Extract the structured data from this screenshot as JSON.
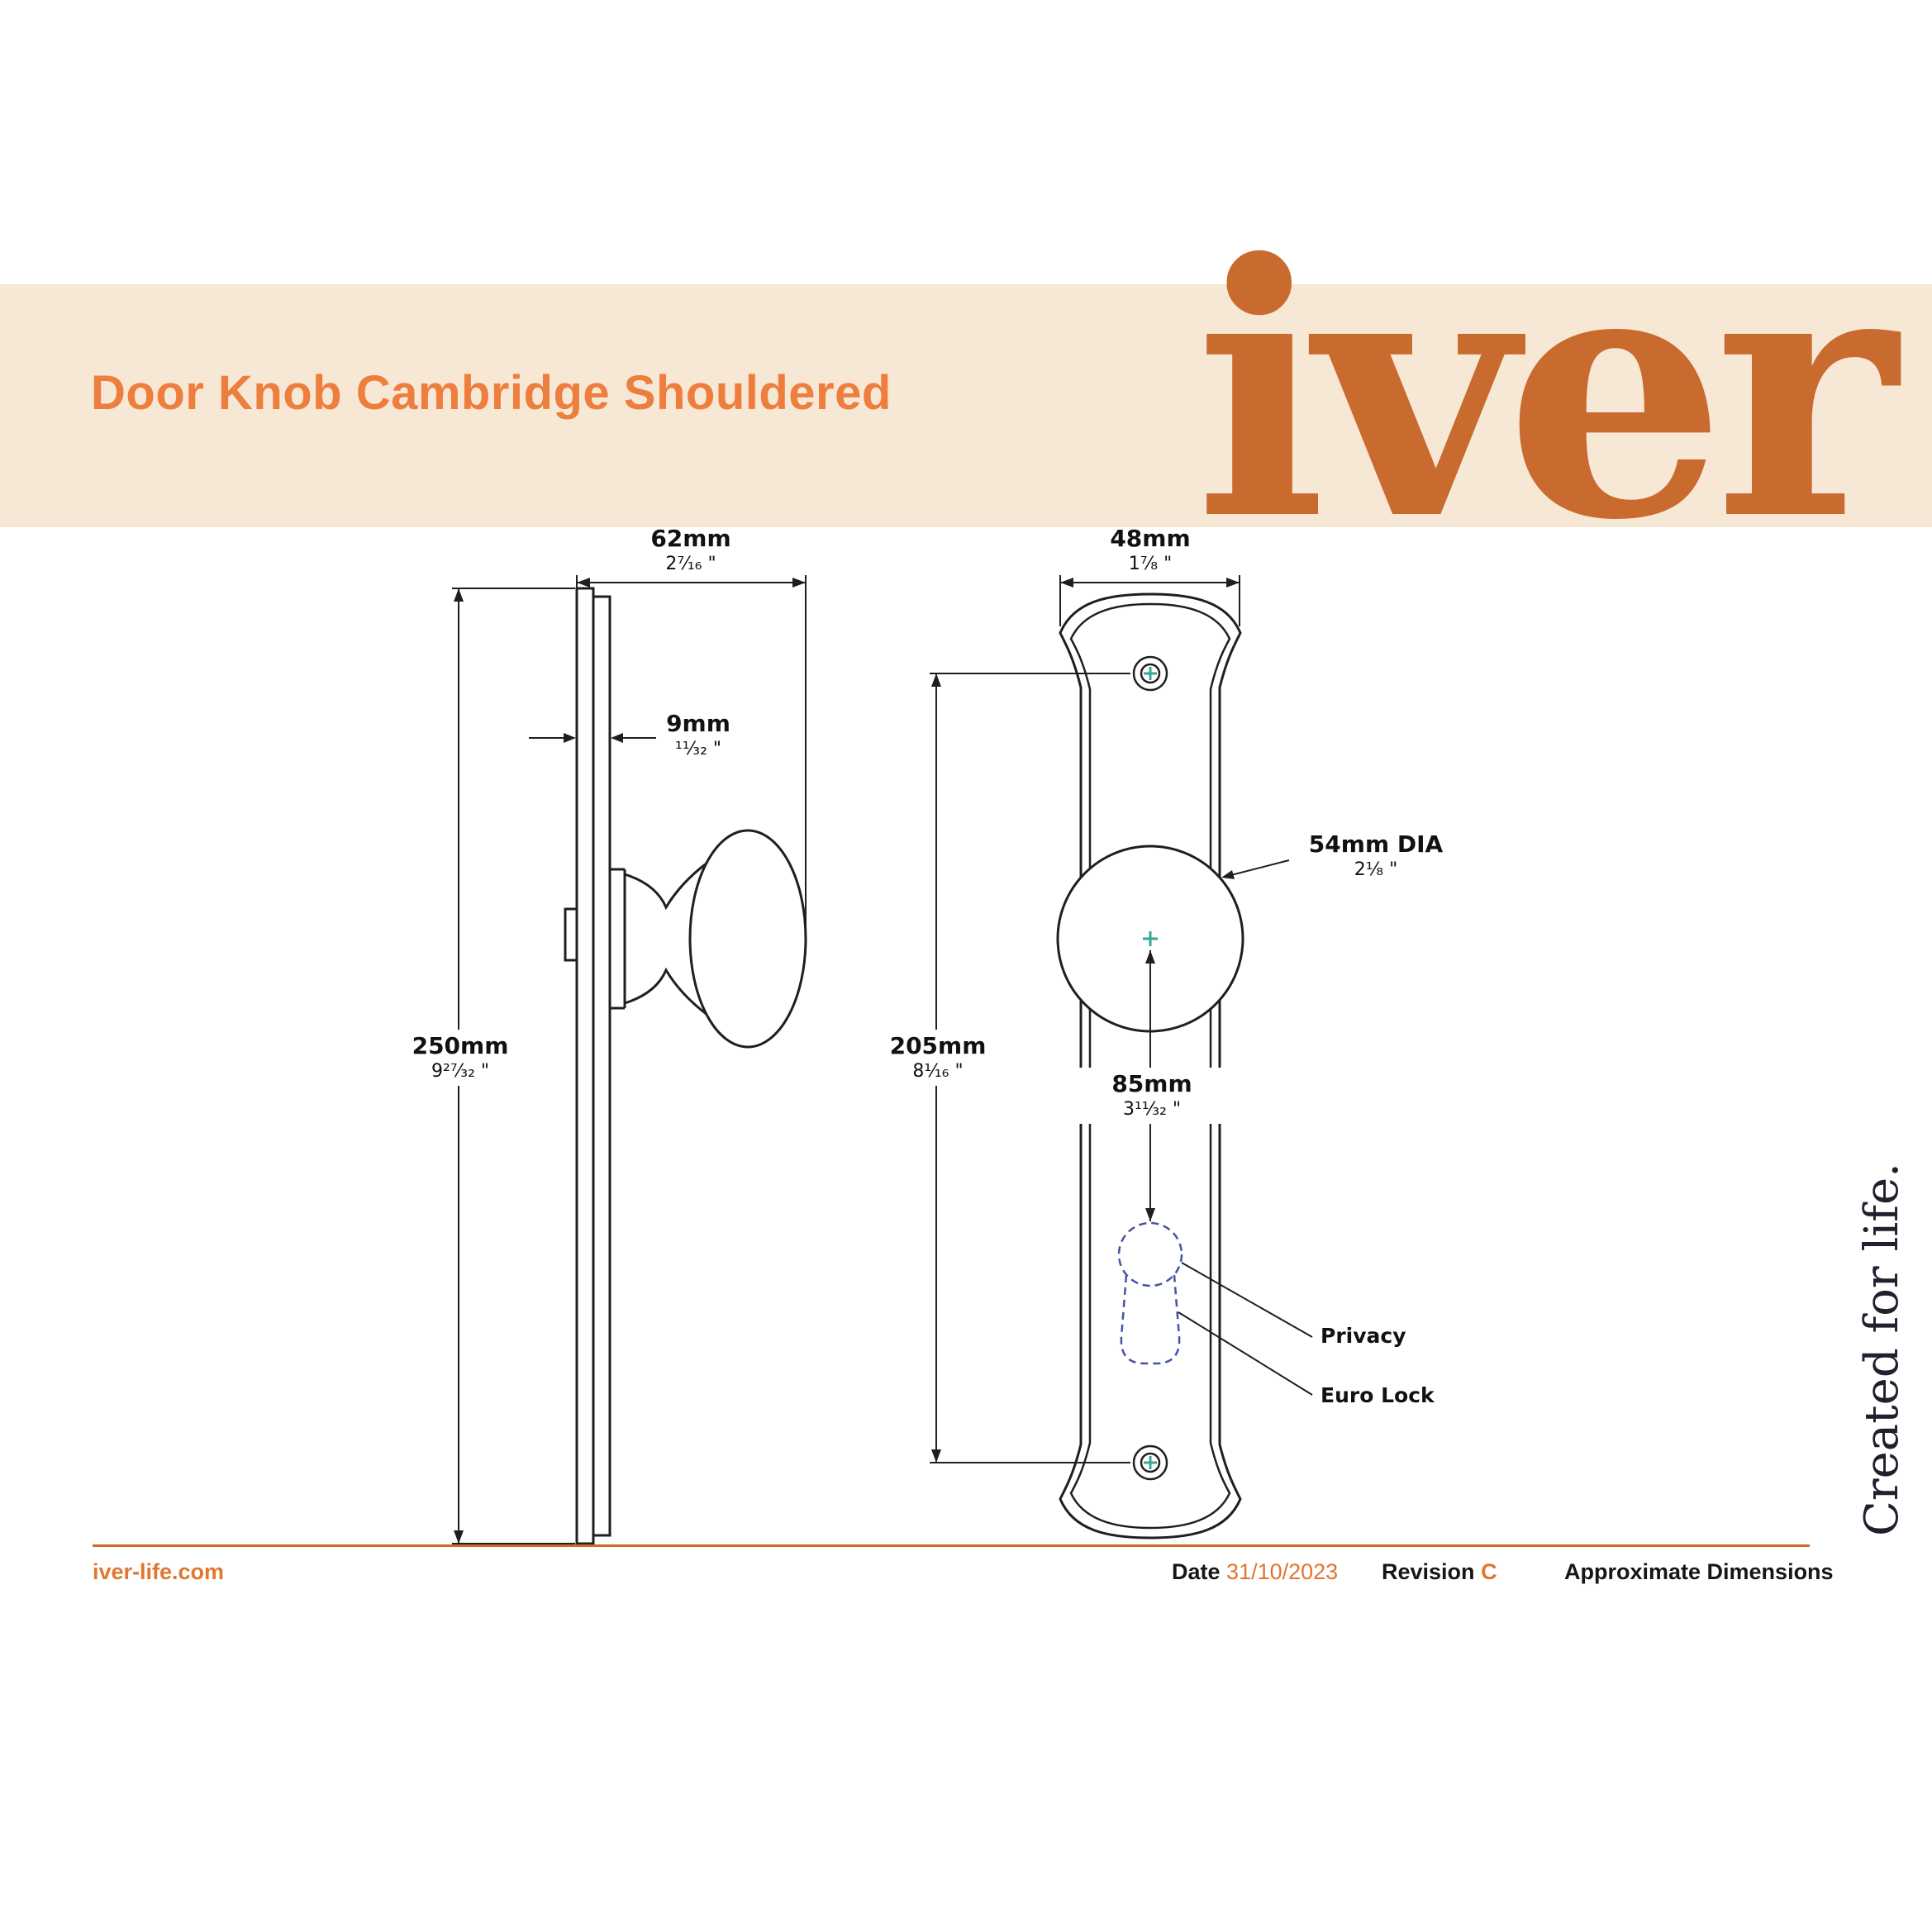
{
  "header": {
    "band_color": "#f7e8d6",
    "title": "Door Knob Cambridge Shouldered",
    "logo": "iver"
  },
  "side_tagline": "Created for life.",
  "drawing": {
    "line_color": "#1f1f1f",
    "accent_teal": "#3aa39d",
    "keyhole_blue": "#4553a8",
    "side_view": {
      "width_label": {
        "mm": "62mm",
        "inch": "2⁷⁄₁₆ \""
      },
      "thickness_label": {
        "mm": "9mm",
        "inch": "¹¹⁄₃₂ \""
      },
      "height_label": {
        "mm": "250mm",
        "inch": "9²⁷⁄₃₂ \""
      }
    },
    "front_view": {
      "width_label": {
        "mm": "48mm",
        "inch": "1⁷⁄₈ \""
      },
      "centres_label": {
        "mm": "205mm",
        "inch": "8¹⁄₁₆ \""
      },
      "knob_to_key_label": {
        "mm": "85mm",
        "inch": "3¹¹⁄₃₂ \""
      },
      "knob_dia_label": {
        "mm": "54mm DIA",
        "inch": "2¹⁄₈ \""
      },
      "privacy_label": "Privacy",
      "euro_lock_label": "Euro Lock"
    }
  },
  "footer": {
    "website": "iver-life.com",
    "date_label": "Date",
    "date_value": "31/10/2023",
    "revision_label": "Revision",
    "revision_value": "C",
    "dimensions_note": "Approximate Dimensions"
  }
}
